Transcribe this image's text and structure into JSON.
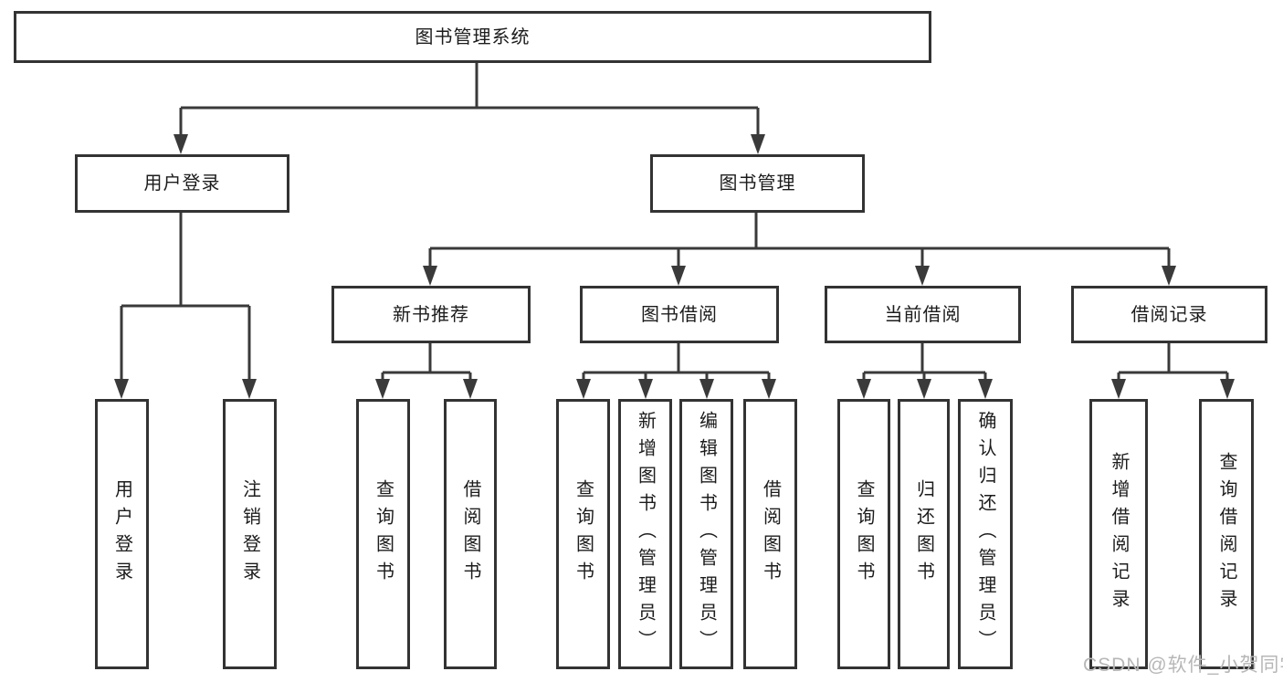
{
  "diagram": {
    "title_node": {
      "label": "图书管理系统"
    },
    "level2": [
      {
        "label": "用户登录"
      },
      {
        "label": "图书管理"
      }
    ],
    "level3": [
      {
        "label": "新书推荐"
      },
      {
        "label": "图书借阅"
      },
      {
        "label": "当前借阅"
      },
      {
        "label": "借阅记录"
      }
    ],
    "leaves": [
      {
        "parent": "用户登录",
        "label": "用户登录"
      },
      {
        "parent": "用户登录",
        "label": "注销登录"
      },
      {
        "parent": "新书推荐",
        "label": "查询图书"
      },
      {
        "parent": "新书推荐",
        "label": "借阅图书"
      },
      {
        "parent": "图书借阅",
        "label": "查询图书"
      },
      {
        "parent": "图书借阅",
        "label": "新增图书（管理员）"
      },
      {
        "parent": "图书借阅",
        "label": "编辑图书（管理员）"
      },
      {
        "parent": "图书借阅",
        "label": "借阅图书"
      },
      {
        "parent": "当前借阅",
        "label": "查询图书"
      },
      {
        "parent": "当前借阅",
        "label": "归还图书"
      },
      {
        "parent": "当前借阅",
        "label": "确认归还（管理员）"
      },
      {
        "parent": "借阅记录",
        "label": "新增借阅记录"
      },
      {
        "parent": "借阅记录",
        "label": "查询借阅记录"
      }
    ],
    "colors": {
      "line": "#3a3a3a",
      "box_border": "#333333",
      "box_fill": "#ffffff",
      "text": "#1c1c1c",
      "watermark": "#b7b7b7"
    }
  },
  "watermark": {
    "text": "CSDN @软件_小贺同学"
  }
}
